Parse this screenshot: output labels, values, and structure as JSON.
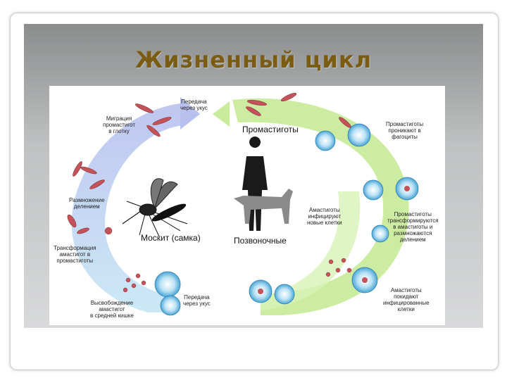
{
  "title": "Жизненный цикл",
  "labels": {
    "transmission_top": "Передача\nчерез укус",
    "migration": "Миграция\nпромастигот\nв глотку",
    "multiplication": "Размножение\nделением",
    "transformation": "Трансформация\nамастигот в\nпромастиготы",
    "release": "Высвобождение\nамастигот\nв средней кишке",
    "transmission_bottom": "Передача\nчерез укус",
    "mosquito": "Москит (самка)",
    "vertebrates": "Позвоночные",
    "promastigotes": "Промастиготы",
    "penetrate": "Промастиготы\nпроникают в\nфагоциты",
    "amastigotes_infect": "Амастиготы\nинфицируют\nновые клетки",
    "promastigotes_transform": "Промастиготы\nтрансформируются\nв амастиготы и\nразмножаются\nделением",
    "amastigotes_leave": "Амастиготы\nпокидают\nинфицированные\nклетки"
  },
  "colors": {
    "vector_cycle": "#c6e6f5",
    "vector_cycle_top": "#b8c0ee",
    "host_cycle": "#c9ec9c",
    "title": "#7a5d12",
    "parasite": "#c4525a",
    "phagocyte": "#4aa6d6"
  }
}
